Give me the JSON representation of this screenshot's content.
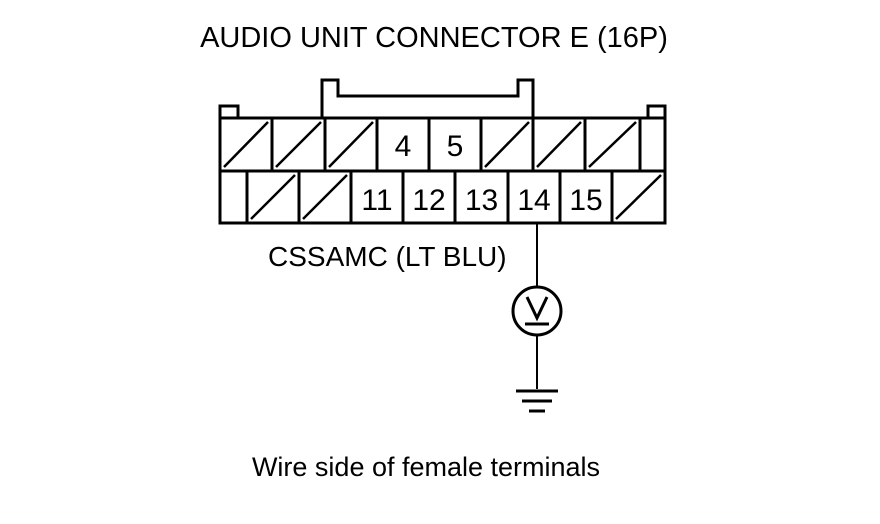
{
  "title": "AUDIO UNIT CONNECTOR E (16P)",
  "wire_label": "CSSAMC (LT BLU)",
  "caption": "Wire side of female terminals",
  "meter_symbol": "voltmeter-icon",
  "ground_symbol": "ground-icon",
  "connector": {
    "top_row": [
      {
        "pin": "",
        "empty": true
      },
      {
        "pin": "",
        "empty": true
      },
      {
        "pin": "",
        "empty": true
      },
      {
        "pin": "4",
        "empty": false
      },
      {
        "pin": "5",
        "empty": false
      },
      {
        "pin": "",
        "empty": true
      },
      {
        "pin": "",
        "empty": true
      },
      {
        "pin": "",
        "empty": true
      }
    ],
    "bottom_row": [
      {
        "pin": "",
        "empty": true
      },
      {
        "pin": "",
        "empty": true
      },
      {
        "pin": "11",
        "empty": false
      },
      {
        "pin": "12",
        "empty": false
      },
      {
        "pin": "13",
        "empty": false
      },
      {
        "pin": "14",
        "empty": false
      },
      {
        "pin": "15",
        "empty": false
      },
      {
        "pin": "",
        "empty": true
      }
    ],
    "probed_pin": "14"
  }
}
